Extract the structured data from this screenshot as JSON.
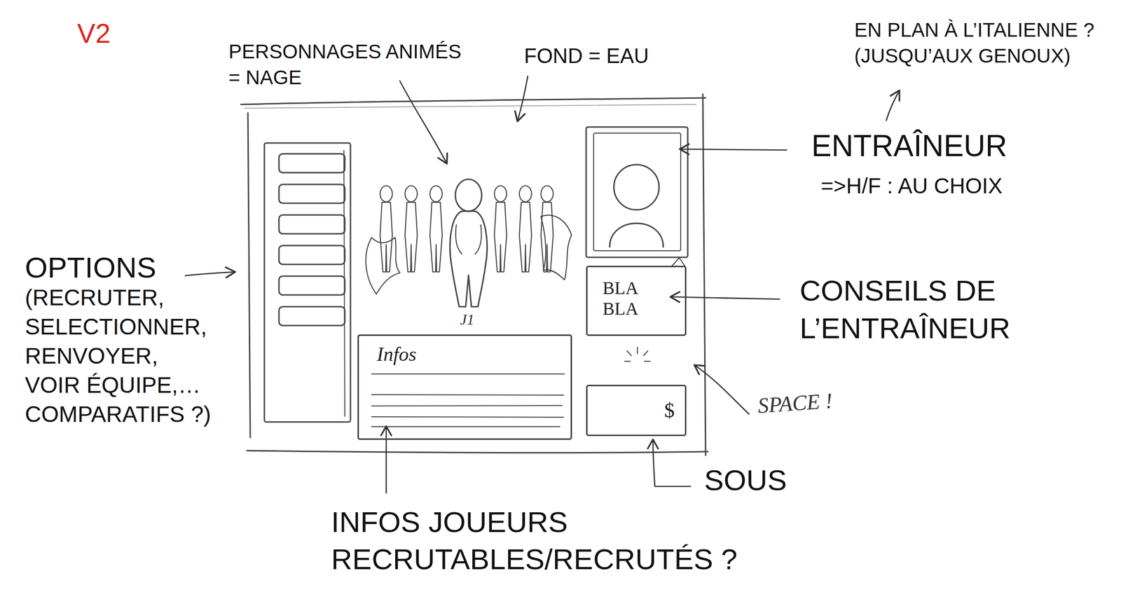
{
  "diagram": {
    "nodes": [
      {
        "text": [
          "Infos"
        ]
      },
      {
        "text": [
          "BLA BLA"
        ]
      },
      {
        "text": [
          "$"
        ]
      }
    ],
    "labels": [
      "V2",
      "PERSONNAGES ANIMÉS = NAGE",
      "FOND = EAU",
      "EN PLAN À L’ITALIENNE ? (JUSQU’AUX GENOUX)",
      "ENTRAÎNEUR",
      "=>H/F : AU CHOIX",
      "OPTIONS",
      "(RECRUTER, SELECTIONNER, RENVOYER, VOIR ÉQUIPE,… COMPARATIFS ?)",
      "CONSEILS DE L’ENTRAÎNEUR",
      "SOUS",
      "INFOS JOUEURS RECRUTABLES/RECRUTÉS ?",
      "J1",
      "SPACE !"
    ]
  }
}
